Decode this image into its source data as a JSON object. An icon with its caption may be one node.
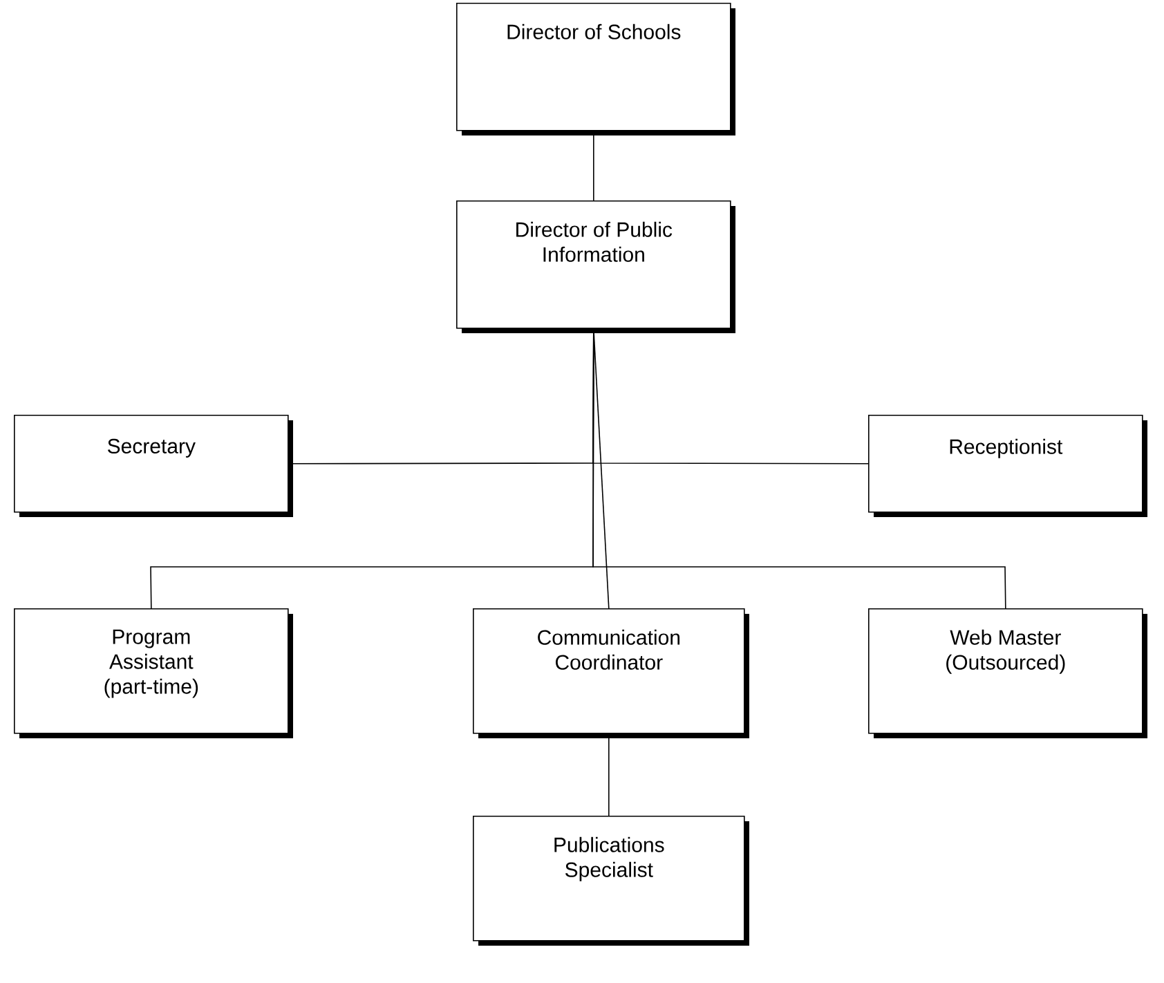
{
  "diagram": {
    "nodes": [
      {
        "text": [
          "Director of Schools"
        ]
      },
      {
        "text": [
          "Director of Public Information"
        ]
      },
      {
        "text": [
          "Secretary"
        ]
      },
      {
        "text": [
          "Receptionist"
        ]
      },
      {
        "text": [
          "Program Assistant (part-time)"
        ]
      },
      {
        "text": [
          "Communication Coordinator"
        ]
      },
      {
        "text": [
          "Web Master (Outsourced)"
        ]
      },
      {
        "text": [
          "Publications Specialist"
        ]
      }
    ],
    "edges": [
      {
        "from": 0,
        "to": 1,
        "arrow": "none"
      },
      {
        "from": 1,
        "to": 2,
        "arrow": "none"
      },
      {
        "from": 1,
        "to": 3,
        "arrow": "none"
      },
      {
        "from": 1,
        "to": 4,
        "arrow": "none"
      },
      {
        "from": 1,
        "to": 5,
        "arrow": "none"
      },
      {
        "from": 1,
        "to": 6,
        "arrow": "none"
      },
      {
        "from": 5,
        "to": 7,
        "arrow": "none"
      }
    ]
  }
}
